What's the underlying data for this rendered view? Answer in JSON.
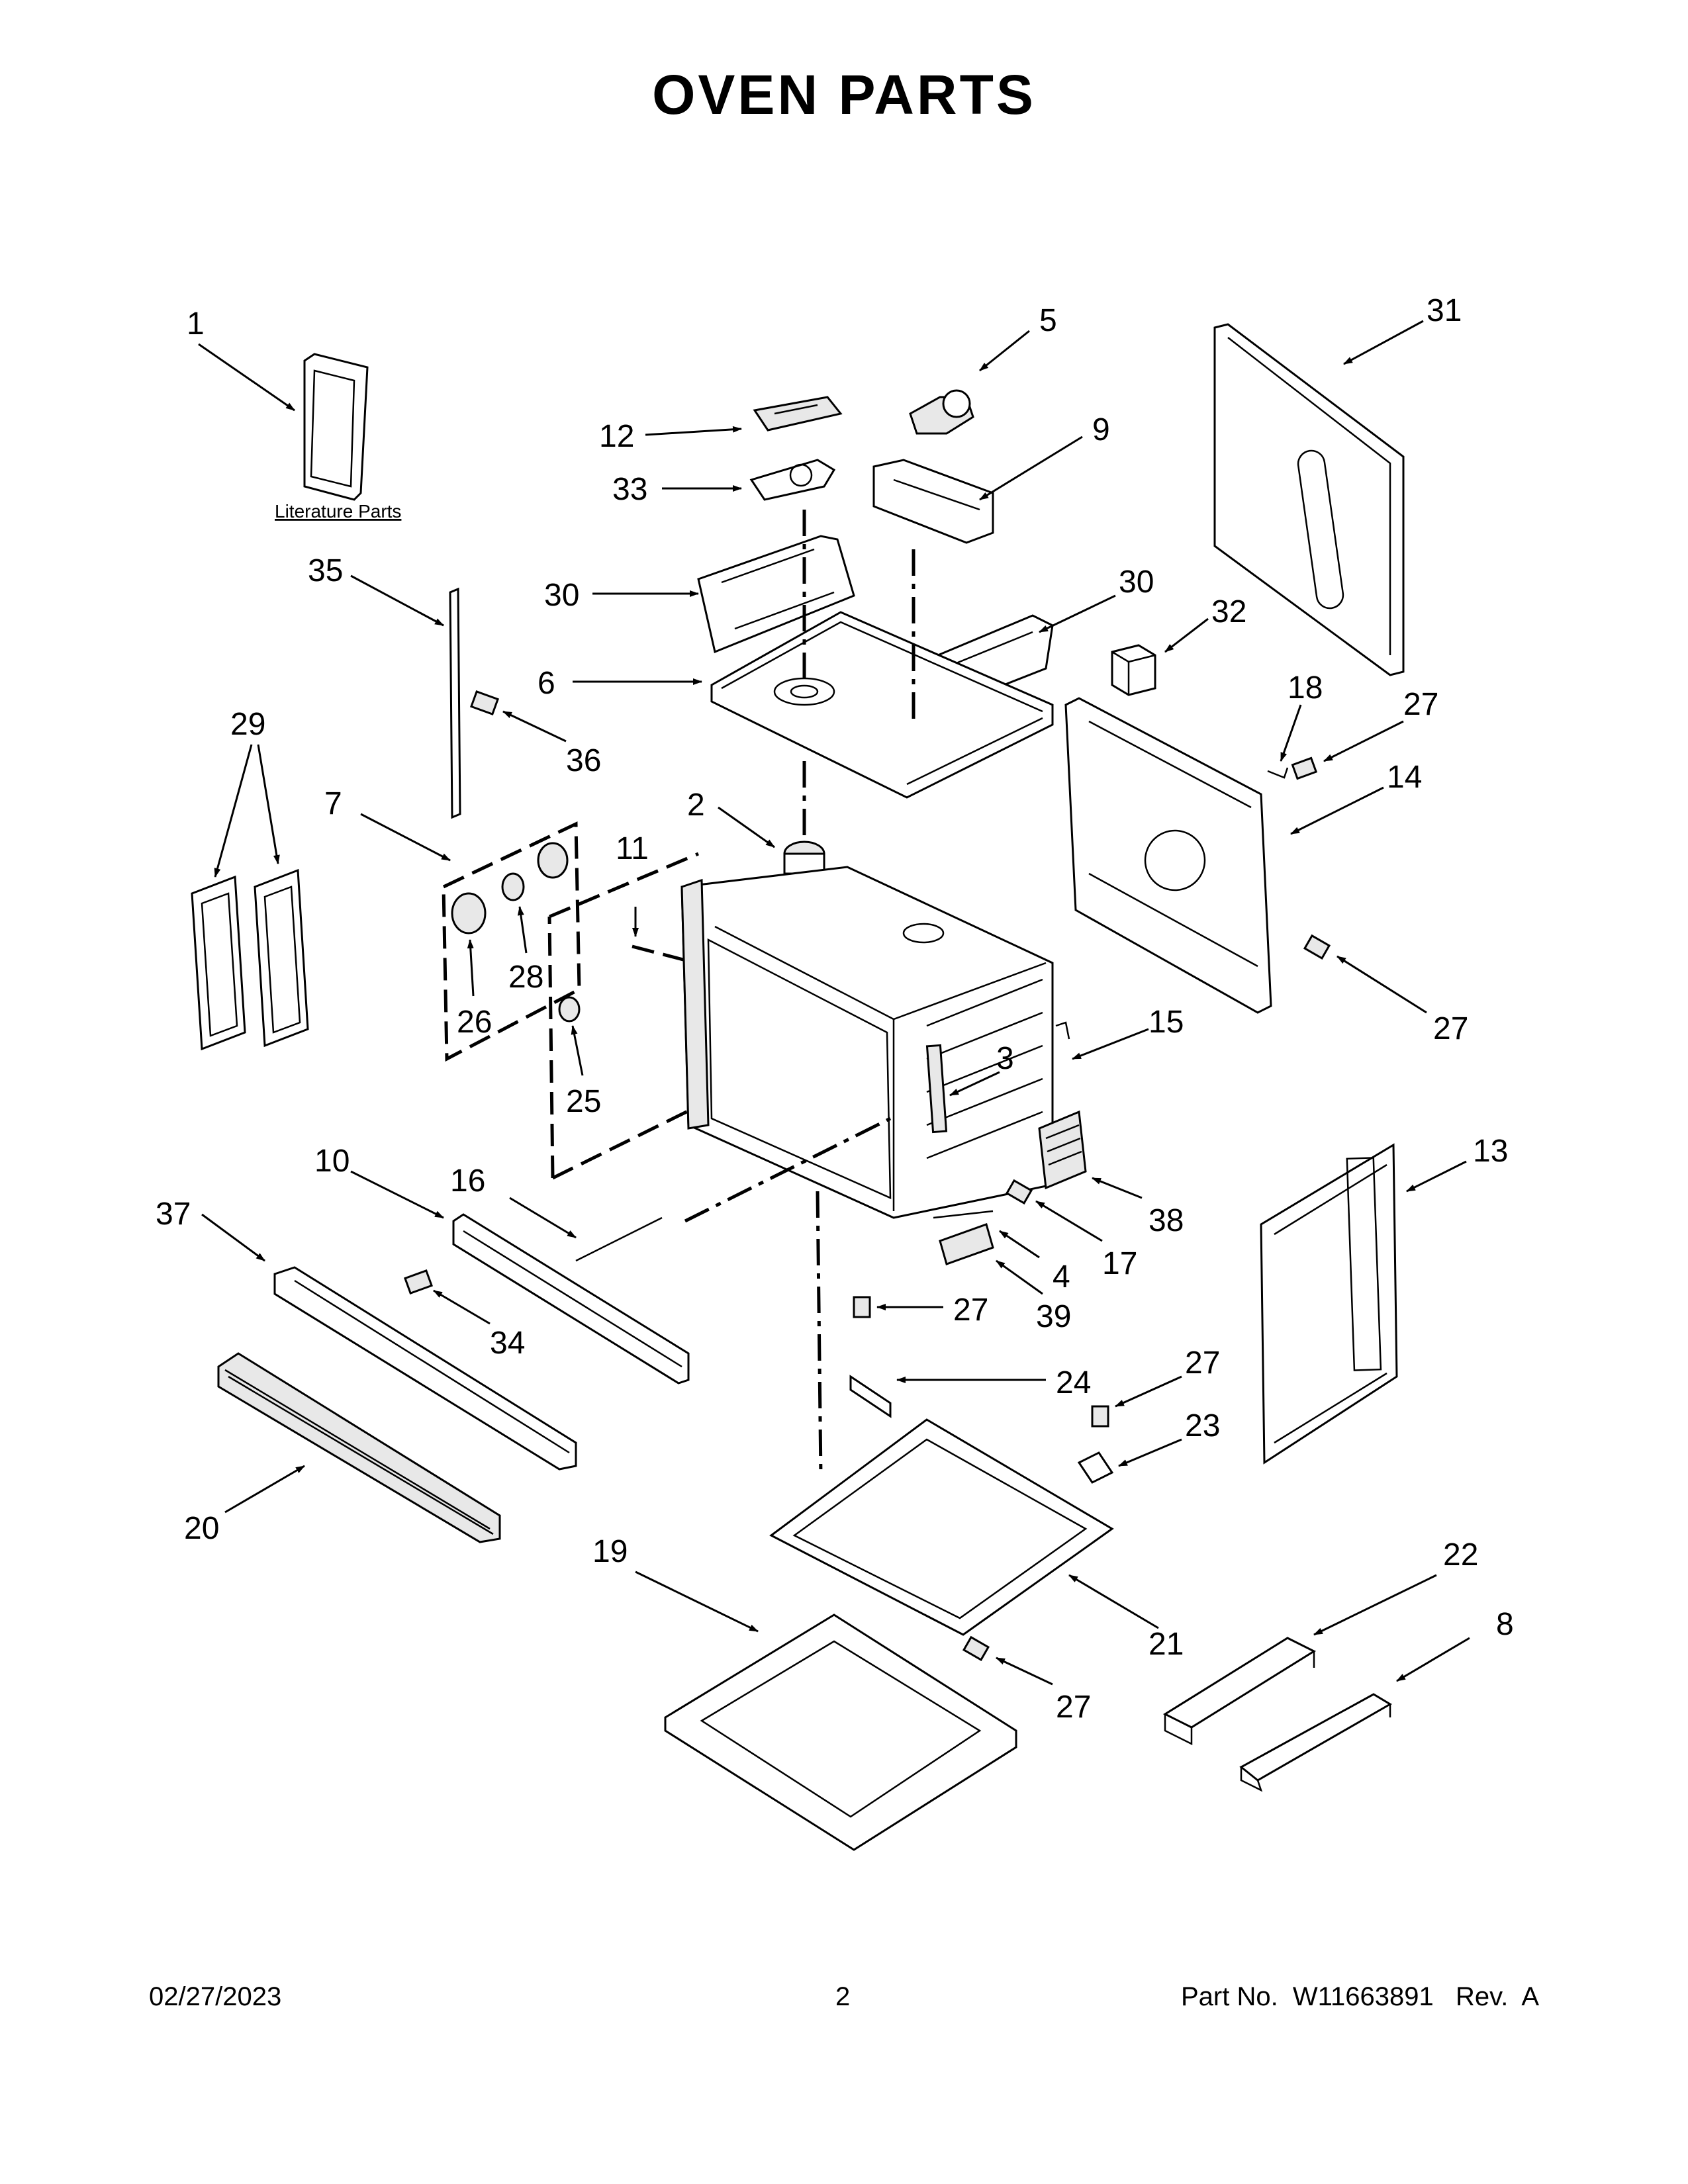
{
  "title": "OVEN PARTS",
  "literature_label": "Literature Parts",
  "callouts": {
    "c1": "1",
    "c2": "2",
    "c3": "3",
    "c4": "4",
    "c5": "5",
    "c6": "6",
    "c7": "7",
    "c8": "8",
    "c9": "9",
    "c10": "10",
    "c11": "11",
    "c12": "12",
    "c13": "13",
    "c14": "14",
    "c15": "15",
    "c16": "16",
    "c17": "17",
    "c18": "18",
    "c19": "19",
    "c20": "20",
    "c21": "21",
    "c22": "22",
    "c23": "23",
    "c24": "24",
    "c25": "25",
    "c26": "26",
    "c27": "27",
    "c28": "28",
    "c29": "29",
    "c30": "30",
    "c31": "31",
    "c32": "32",
    "c33": "33",
    "c34": "34",
    "c35": "35",
    "c36": "36",
    "c37": "37",
    "c38": "38",
    "c39": "39"
  },
  "footer": {
    "date": "02/27/2023",
    "page": "2",
    "part_no": "Part No.  W11663891   Rev.  A"
  }
}
